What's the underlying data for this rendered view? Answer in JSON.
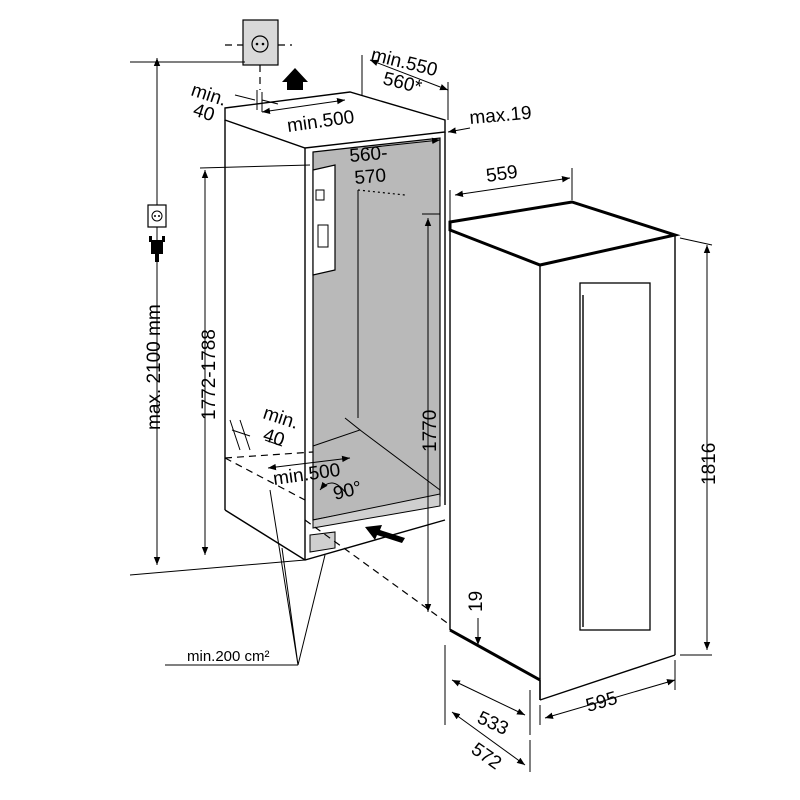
{
  "labels": {
    "min550": "min.550",
    "d560star": "560*",
    "min40_top_a": "min.",
    "min40_top_b": "40",
    "min500_top": "min.500",
    "max19": "max.19",
    "d560_570_a": "560-",
    "d560_570_b": "570",
    "d559": "559",
    "max2100": "max. 2100 mm",
    "d1772_1788": "1772-1788",
    "min40_bot_a": "min.",
    "min40_bot_b": "40",
    "min500_bot": "min.500",
    "deg90": "90°",
    "d1770": "1770",
    "d1816": "1816",
    "d19": "19",
    "min200": "min.200 cm²",
    "d533": "533",
    "d572": "572",
    "d595": "595"
  },
  "icons": [
    "wall-socket-icon",
    "socket-icon",
    "plug-icon",
    "air-flow-arrow-icon",
    "ventilation-arrow-icon"
  ]
}
